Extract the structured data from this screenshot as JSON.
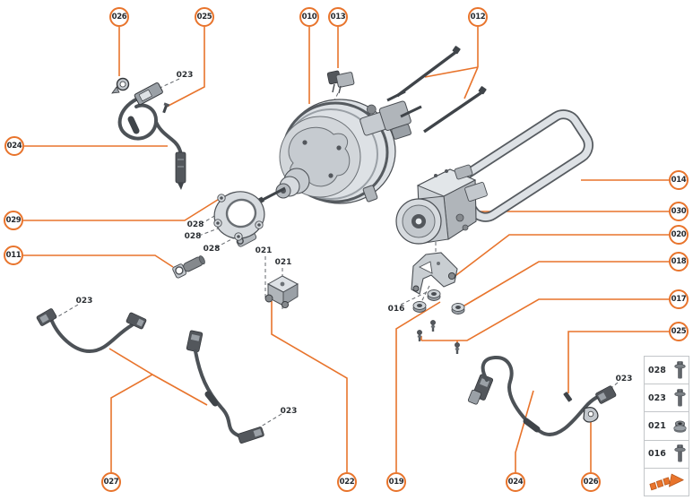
{
  "diagram": {
    "kind": "exploded-parts-diagram",
    "subject": "brake booster, ABS hydraulic unit, gasket, bracket and wheel-speed sensor harnesses"
  },
  "colors": {
    "accent": "#E8742C",
    "part_outline": "#4A4E53",
    "part_fill": "#DCE0E4",
    "cable": "#4D5257",
    "label_text": "#2B2F33",
    "legend_border": "#C3C6C9",
    "leader_dash": "#63676C"
  },
  "callouts": {
    "top": [
      "026",
      "025",
      "010",
      "013",
      "012"
    ],
    "left": [
      "024",
      "029",
      "011"
    ],
    "right": [
      "014",
      "030",
      "020",
      "018",
      "017",
      "025"
    ],
    "bottom": [
      "027",
      "022",
      "019",
      "024",
      "026"
    ]
  },
  "inline_labels": {
    "harness_top": "023",
    "flange_bolts": [
      "028",
      "028",
      "028"
    ],
    "bracket_nuts": [
      "021",
      "021"
    ],
    "bracket_bolt": "016",
    "harness_left": "023",
    "harness_center": "023",
    "harness_right": "023"
  },
  "legend": {
    "rows": [
      {
        "part": "028",
        "icon": "flange-bolt"
      },
      {
        "part": "023",
        "icon": "flange-bolt"
      },
      {
        "part": "021",
        "icon": "flange-nut"
      },
      {
        "part": "016",
        "icon": "flange-bolt"
      }
    ],
    "direction_indicator": "installation-direction-arrow"
  }
}
